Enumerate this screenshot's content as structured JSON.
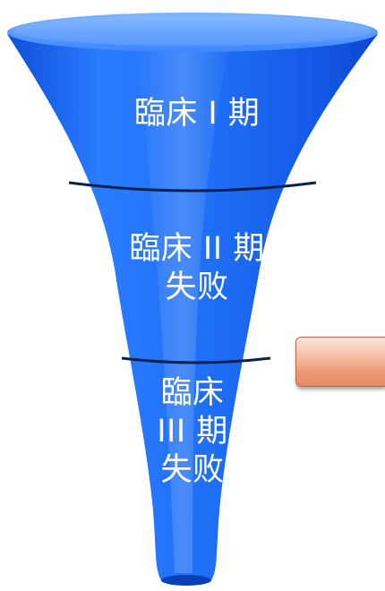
{
  "funnel": {
    "stages": [
      {
        "lines": [
          "臨床 I 期"
        ]
      },
      {
        "lines": [
          "臨床 II 期",
          "失败"
        ]
      },
      {
        "lines": [
          "臨床",
          "III 期",
          "失败"
        ]
      }
    ],
    "colors": {
      "body": "#1f6ff5",
      "body_dark": "#0b46cc",
      "rim": "#5fa2ff",
      "divider": "#0d1f4a",
      "text": "#ffffff"
    }
  },
  "side_box": {
    "fill_top": "#fbe7df",
    "fill_bottom": "#e58a63",
    "border": "#c5654a"
  }
}
